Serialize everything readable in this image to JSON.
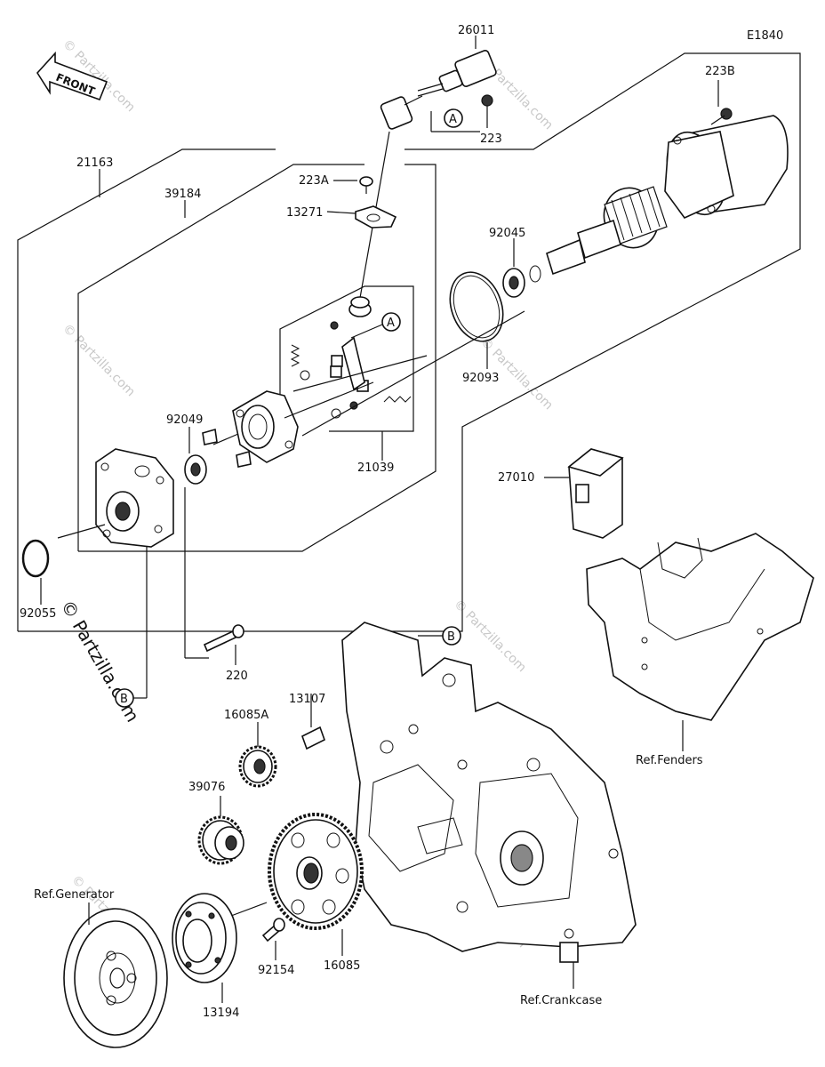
{
  "diagram_code": "E1840",
  "front_label": "FRONT",
  "parts": {
    "p26011": "26011",
    "p223B": "223B",
    "p223": "223",
    "p21163": "21163",
    "p39184": "39184",
    "p223A": "223A",
    "p13271": "13271",
    "p92045": "92045",
    "p92093": "92093",
    "p92049": "92049",
    "p21039": "21039",
    "p27010": "27010",
    "p92055": "92055",
    "p220": "220",
    "p13107": "13107",
    "p16085A": "16085A",
    "p39076": "39076",
    "p16085": "16085",
    "p92154": "92154",
    "p13194": "13194"
  },
  "refs": {
    "fenders": "Ref.Fenders",
    "generator": "Ref.Generator",
    "crankcase": "Ref.Crankcase"
  },
  "callouts": {
    "a": "A",
    "b": "B"
  },
  "watermark": {
    "small": "© Partzilla.com",
    "large": "© Partzilla.com"
  }
}
